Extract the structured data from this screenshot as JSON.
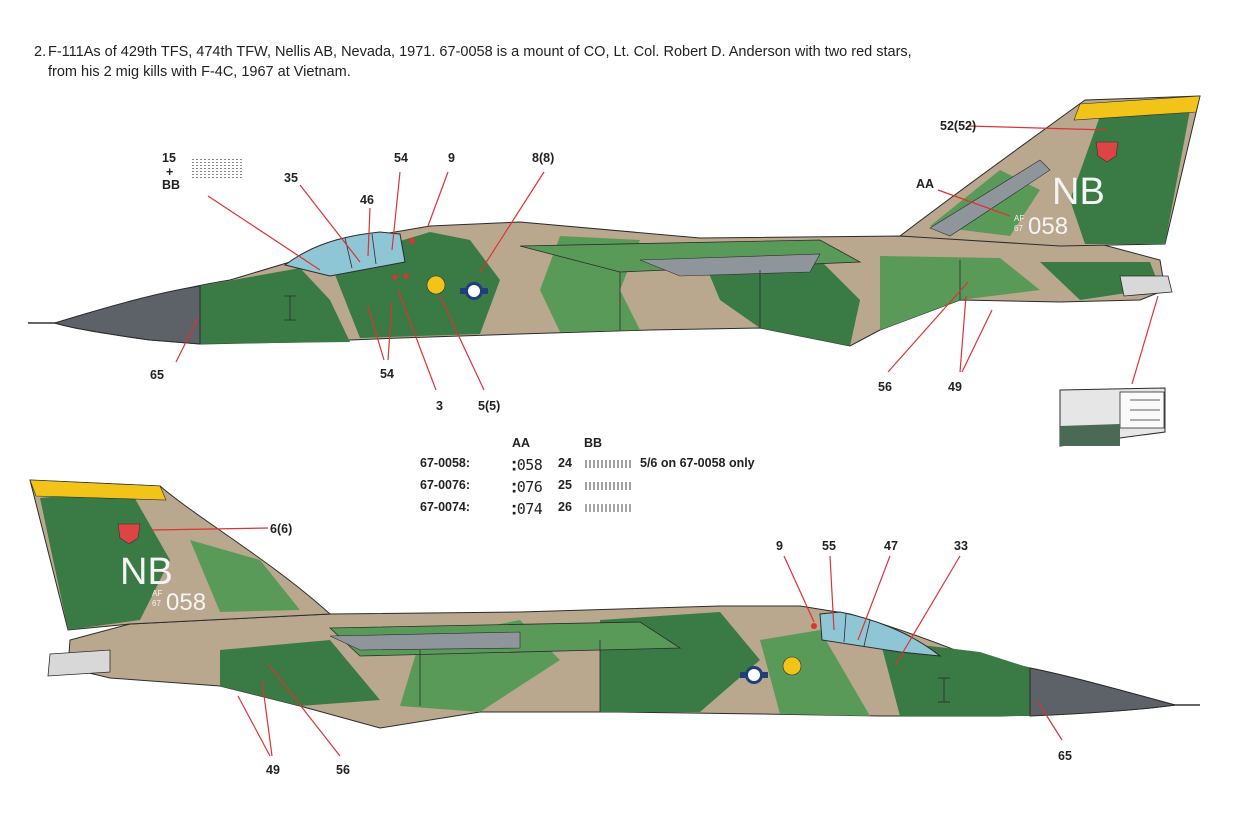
{
  "caption": {
    "number": "2.",
    "line1": "F-111As of 429th TFS, 474th TFW, Nellis AB, Nevada, 1971. 67-0058 is a mount of CO, Lt. Col. Robert D. Anderson with two red stars,",
    "line2": "from his 2 mig kills with F-4C, 1967 at Vietnam."
  },
  "tail": {
    "code": "NB",
    "af": "AF",
    "year": "67",
    "serial": "058"
  },
  "callouts_top": {
    "c15": "15",
    "plus": "+",
    "bb": "BB",
    "c35": "35",
    "c46": "46",
    "c54a": "54",
    "c9": "9",
    "c8": "8(8)",
    "c52": "52(52)",
    "aa": "AA",
    "c65": "65",
    "c54b": "54",
    "c3": "3",
    "c5": "5(5)",
    "c56": "56",
    "c49": "49"
  },
  "callouts_bottom": {
    "c6": "6(6)",
    "c9": "9",
    "c55": "55",
    "c47": "47",
    "c33": "33",
    "c49": "49",
    "c56": "56",
    "c65": "65"
  },
  "serial_table": {
    "header_aa": "AA",
    "header_bb": "BB",
    "rows": [
      {
        "serial": "67-0058:",
        "aa": "058",
        "bb": "24",
        "note": "5/6 on 67-0058 only"
      },
      {
        "serial": "67-0076:",
        "aa": "076",
        "bb": "25",
        "note": ""
      },
      {
        "serial": "67-0074:",
        "aa": "074",
        "bb": "26",
        "note": ""
      }
    ]
  },
  "colors": {
    "dark_green": "#3a7a45",
    "medium_green": "#5a9a58",
    "tan": "#b9a88e",
    "grey_nose": "#5d6268",
    "canopy": "#8fc6d6",
    "yellow": "#f2c419",
    "leader": "#d33333"
  }
}
